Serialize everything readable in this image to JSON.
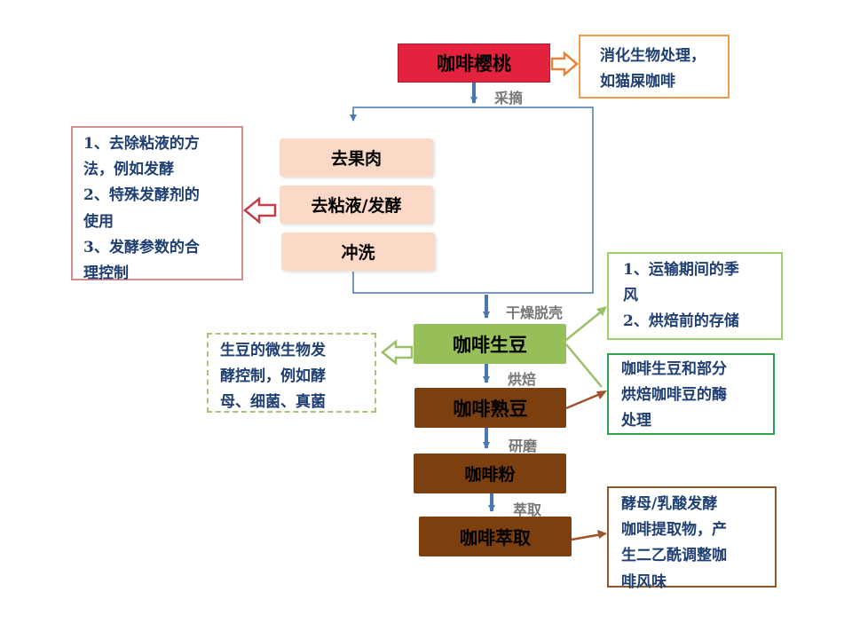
{
  "process": {
    "cherry": "咖啡樱桃",
    "pulp": "去果肉",
    "mucilage": "去粘液/发酵",
    "wash": "冲洗",
    "green_bean": "咖啡生豆",
    "roasted_bean": "咖啡熟豆",
    "powder": "咖啡粉",
    "extraction": "咖啡萃取"
  },
  "steps": {
    "pick": "采摘",
    "dry": "干燥脱壳",
    "roast": "烘焙",
    "grind": "研磨",
    "extract": "萃取"
  },
  "notes": {
    "digestion": "消化生物处理，\n如猫屎咖啡",
    "fermentation": "1、去除粘液的方\n法，例如发酵\n2、特殊发酵剂的\n使用\n3、发酵参数的合\n理控制",
    "microbe": "生豆的微生物发\n酵控制，例如酵\n母、细菌、真菌",
    "transport": "1、运输期间的季\n风\n2、烘焙前的存储",
    "enzyme": "咖啡生豆和部分\n烘焙咖啡豆的酶\n处理",
    "yeast": "酵母/乳酸发酵\n咖啡提取物，产\n生二乙酰调整咖\n啡风味"
  },
  "colors": {
    "cherry": "#e3233d",
    "peach": "#fbd9c6",
    "green": "#96bf5a",
    "brown": "#7b3f10",
    "arrow": "#4a78b0"
  }
}
